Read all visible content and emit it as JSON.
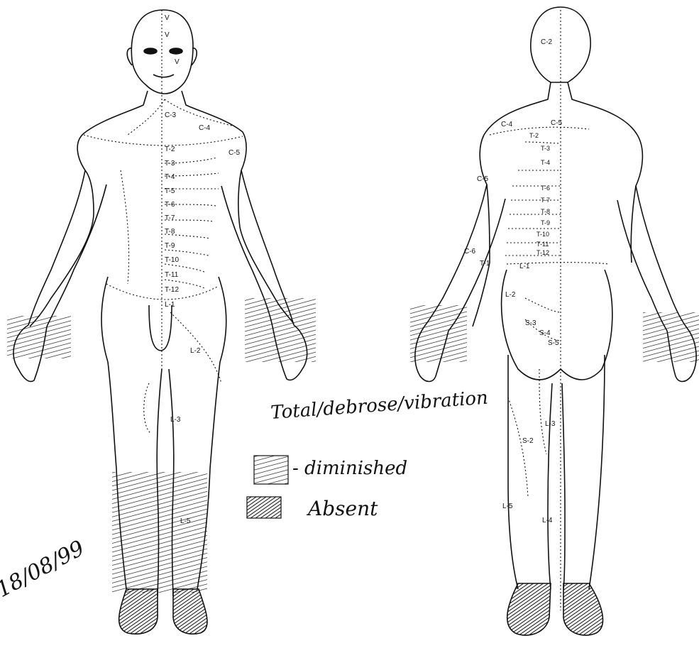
{
  "front_labels": {
    "v1": "V",
    "v2": "V",
    "v3": "V",
    "c3": "C-3",
    "c4": "C-4",
    "c5": "C-5",
    "t2": "T-2",
    "t3": "T-3",
    "t4": "T-4",
    "t5": "T-5",
    "t6": "T-6",
    "t7": "T-7",
    "t8": "T-8",
    "t9": "T-9",
    "t10": "T-10",
    "t11": "T-11",
    "t12": "T-12",
    "l1": "L-1",
    "l2": "L-2",
    "l3": "L-3",
    "l5": "L-5"
  },
  "back_labels": {
    "c2": "C-2",
    "c4": "C-4",
    "c5r": "C-5",
    "c5l": "C-5",
    "c6": "C-6",
    "t1": "T-1",
    "t2": "T-2",
    "t3": "T-3",
    "t4": "T-4",
    "t6": "T-6",
    "t7": "T-7",
    "t8": "T-8",
    "t9": "T-9",
    "t10": "T-10",
    "t11": "T-11",
    "t12": "T-12",
    "l1": "L-1",
    "l2": "L-2",
    "l3": "L-3",
    "l4": "L-4",
    "l5": "L-5",
    "s2": "S-2",
    "s3": "S-3",
    "s4": "S-4",
    "s5": "S-5"
  },
  "handwriting": {
    "note": "Total/debrose/vibration",
    "legend_diminished": "- diminished",
    "legend_absent": "Absent",
    "date": "18/08/99"
  }
}
